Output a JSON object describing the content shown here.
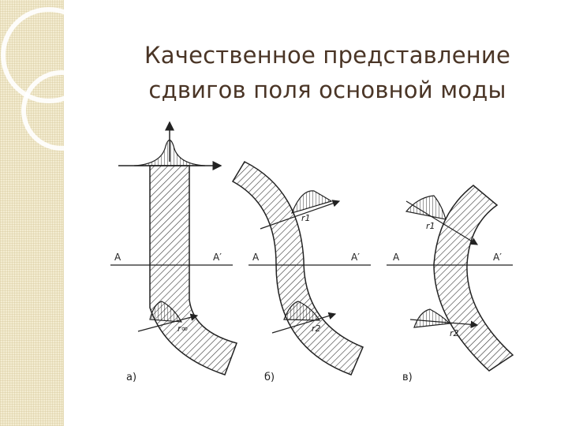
{
  "slide": {
    "title_line1": "Качественное представление",
    "title_line2": "сдвигов поля основной моды"
  },
  "figure": {
    "panels": [
      {
        "id": "a",
        "caption": "а)",
        "left_axis_label": "A",
        "right_axis_label": "A′",
        "radius_label": "r∞"
      },
      {
        "id": "b",
        "caption": "б)",
        "left_axis_label": "A",
        "right_axis_label": "A′",
        "radius_labels": [
          "r1",
          "r2"
        ]
      },
      {
        "id": "v",
        "caption": "в)",
        "left_axis_label": "A",
        "right_axis_label": "A′",
        "radius_labels": [
          "r1",
          "r2"
        ]
      }
    ]
  },
  "colors": {
    "title": "#4a3526",
    "strip": "#f3ecd1",
    "ink": "#222222"
  }
}
